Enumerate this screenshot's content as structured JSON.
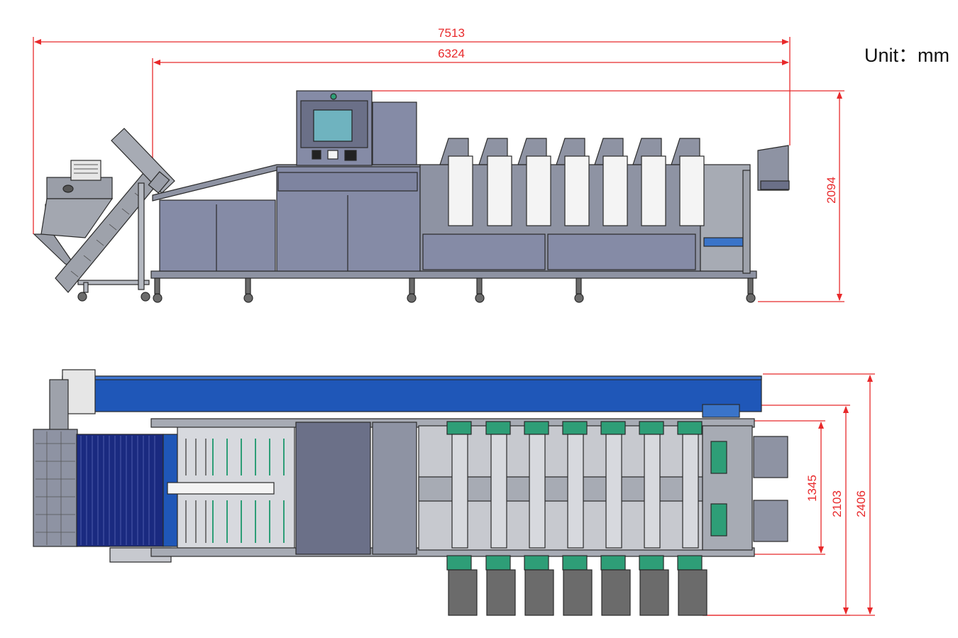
{
  "unit": "Unit：mm",
  "dimensions": {
    "overall_length": "7513",
    "frame_length": "6324",
    "height": "2094",
    "width_inner": "1345",
    "width_mid": "2103",
    "width_overall": "2406"
  },
  "colors": {
    "dimension": "#e8292b",
    "frame": "#8e93a3",
    "panel": "#858ba6",
    "outline": "#2a2a2a",
    "conveyor_blue": "#1f57b8",
    "dark_blue": "#1a2a80",
    "green": "#2e9e77",
    "screen": "#6fb3bf",
    "light": "#f4f4f4",
    "steel": "#a9a9a9"
  }
}
